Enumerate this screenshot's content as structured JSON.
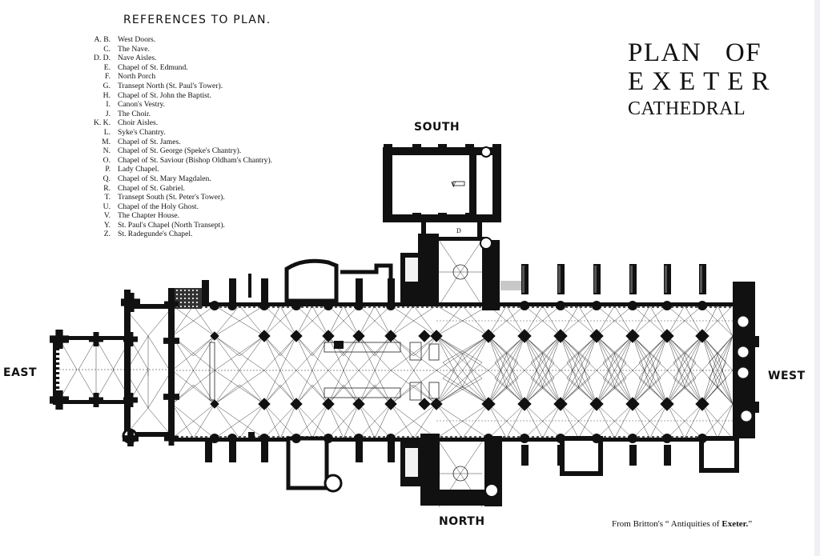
{
  "references": {
    "title": "REFERENCES TO PLAN.",
    "items": [
      {
        "key": "A. B.",
        "label": "West Doors."
      },
      {
        "key": "C.",
        "label": "The Nave."
      },
      {
        "key": "D. D.",
        "label": "Nave Aisles."
      },
      {
        "key": "E.",
        "label": "Chapel of St. Edmund."
      },
      {
        "key": "F.",
        "label": "North Porch"
      },
      {
        "key": "G.",
        "label": "Transept North (St. Paul's Tower)."
      },
      {
        "key": "H.",
        "label": "Chapel of St. John the Baptist."
      },
      {
        "key": "I.",
        "label": "Canon's Vestry."
      },
      {
        "key": "J.",
        "label": "The Choir."
      },
      {
        "key": "K. K.",
        "label": "Choir Aisles."
      },
      {
        "key": "L.",
        "label": "Syke's Chantry."
      },
      {
        "key": "M.",
        "label": "Chapel of St. James."
      },
      {
        "key": "N.",
        "label": "Chapel of St. George (Speke's Chantry)."
      },
      {
        "key": "O.",
        "label": "Chapel of St. Saviour (Bishop Oldham's Chantry)."
      },
      {
        "key": "P.",
        "label": "Lady Chapel."
      },
      {
        "key": "Q.",
        "label": "Chapel of St. Mary Magdalen."
      },
      {
        "key": "R.",
        "label": "Chapel of St. Gabriel."
      },
      {
        "key": "T.",
        "label": "Transept South (St. Peter's Tower)."
      },
      {
        "key": "U.",
        "label": "Chapel of the Holy Ghost."
      },
      {
        "key": "V.",
        "label": "The Chapter House."
      },
      {
        "key": "Y.",
        "label": "St. Paul's Chapel (North Transept)."
      },
      {
        "key": "Z.",
        "label": "St. Radegunde's Chapel."
      }
    ]
  },
  "title": {
    "line1": "PLAN OF",
    "line2": "EXETER",
    "line3": "CATHEDRAL"
  },
  "compass": {
    "south": "SOUTH",
    "north": "NORTH",
    "east": "EAST",
    "west": "WEST"
  },
  "credit": {
    "prefix": "From Britton's “ Antiquities of ",
    "emph": "Exeter.",
    "suffix": "”"
  },
  "plan_labels": {
    "chapter_house": "V",
    "vestibule": "D"
  }
}
